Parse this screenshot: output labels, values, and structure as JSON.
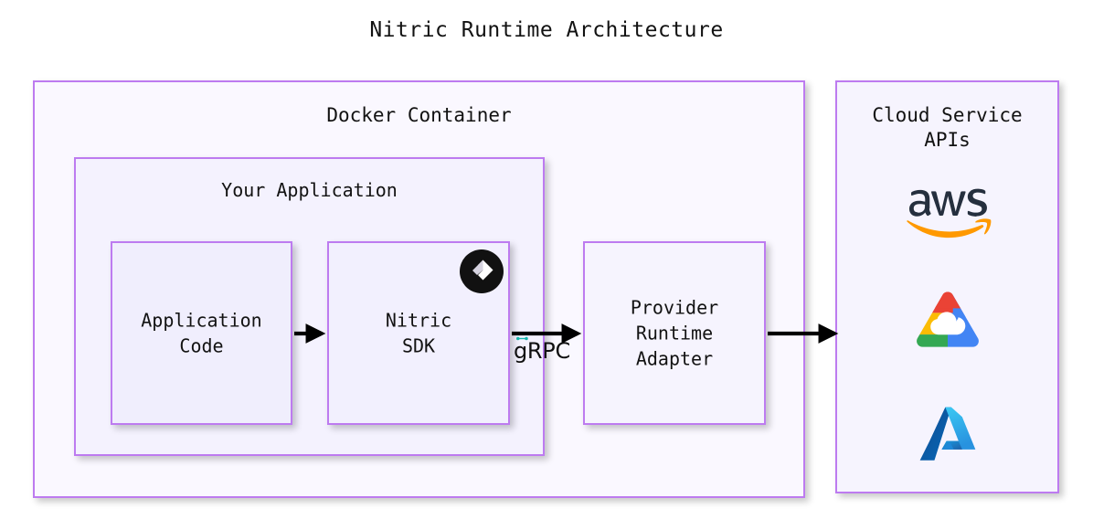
{
  "diagram": {
    "title": "Nitric Runtime Architecture",
    "type": "architecture-block-diagram"
  },
  "theme": {
    "page_background": "#ffffff",
    "box_border": "#bd7bf0",
    "box_fill": "#f6f4fe",
    "outer_fill": "#faf8ff",
    "text": "#121212",
    "arrow": "#000000",
    "grpc_tick": "#19b0a8"
  },
  "containers": {
    "docker": {
      "label": "Docker Container",
      "children": [
        "your-application",
        "provider-runtime-adapter"
      ]
    },
    "your_application": {
      "label": "Your Application",
      "children": [
        "application-code",
        "nitric-sdk"
      ]
    },
    "cloud": {
      "label": "Cloud Service\nAPIs",
      "logos": [
        {
          "name": "aws-logo",
          "title": "aws",
          "colors": [
            "#252f3e",
            "#ff9900"
          ]
        },
        {
          "name": "google-cloud-logo",
          "title": "Google Cloud",
          "colors": [
            "#ea4335",
            "#fbbc05",
            "#34a853",
            "#4285f4"
          ]
        },
        {
          "name": "microsoft-azure-logo",
          "title": "Microsoft Azure",
          "colors": [
            "#0f6cbd",
            "#50c4f0"
          ]
        }
      ]
    }
  },
  "nodes": [
    {
      "id": "application-code",
      "label": "Application\nCode"
    },
    {
      "id": "nitric-sdk",
      "label": "Nitric\nSDK",
      "badge": "nitric-logo"
    },
    {
      "id": "provider-runtime-adapter",
      "label": "Provider\nRuntime\nAdapter"
    }
  ],
  "edges": [
    {
      "id": "edge-code-to-sdk",
      "from": "application-code",
      "to": "nitric-sdk",
      "label": ""
    },
    {
      "id": "edge-sdk-to-adapter",
      "from": "nitric-sdk",
      "to": "provider-runtime-adapter",
      "label": "gRPC"
    },
    {
      "id": "edge-adapter-to-cloud",
      "from": "provider-runtime-adapter",
      "to": "cloud-panel",
      "label": ""
    }
  ],
  "labels": {
    "grpc": "gRPC"
  }
}
